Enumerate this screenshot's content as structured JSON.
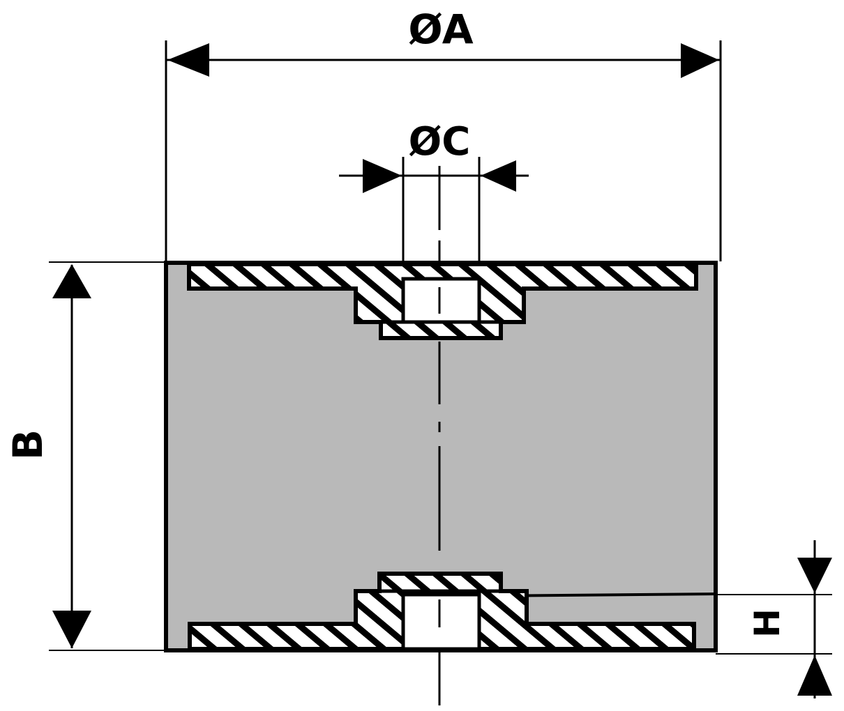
{
  "labels": {
    "dim_a": "ØA",
    "dim_c": "ØC",
    "dim_b": "B",
    "dim_h": "H"
  },
  "colors": {
    "ink": "#000000",
    "rubber": "#b9b9b9",
    "background": "#ffffff"
  }
}
